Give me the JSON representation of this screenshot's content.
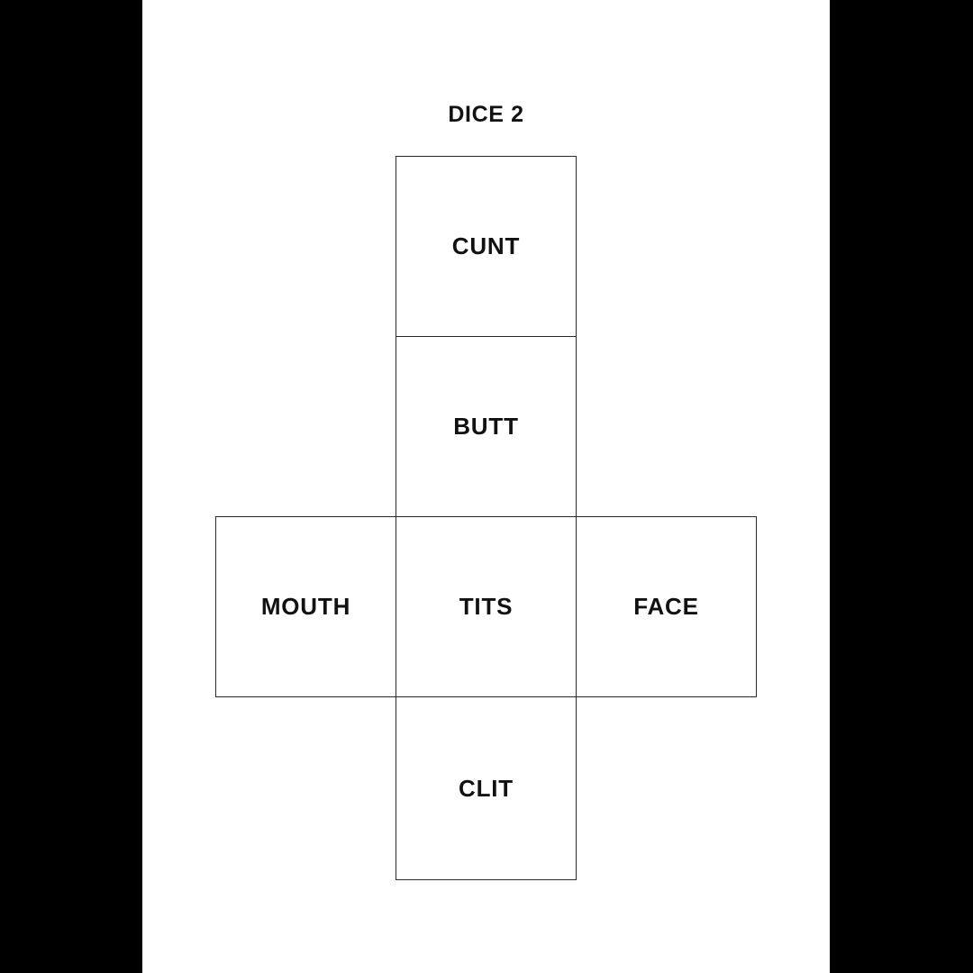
{
  "page": {
    "background_color": "#000000",
    "paper_color": "#ffffff",
    "title": "DICE 2"
  },
  "net": {
    "shape": "cube-net-cross",
    "line_color": "#2b2b2b",
    "text_color": "#111111",
    "faces": [
      {
        "id": "face-top",
        "position": "top",
        "label": "CUNT"
      },
      {
        "id": "face-upper",
        "position": "upper-middle",
        "label": "BUTT"
      },
      {
        "id": "face-left",
        "position": "left",
        "label": "MOUTH"
      },
      {
        "id": "face-center",
        "position": "center",
        "label": "TITS"
      },
      {
        "id": "face-right",
        "position": "right",
        "label": "FACE"
      },
      {
        "id": "face-bottom",
        "position": "bottom",
        "label": "CLIT"
      }
    ]
  }
}
